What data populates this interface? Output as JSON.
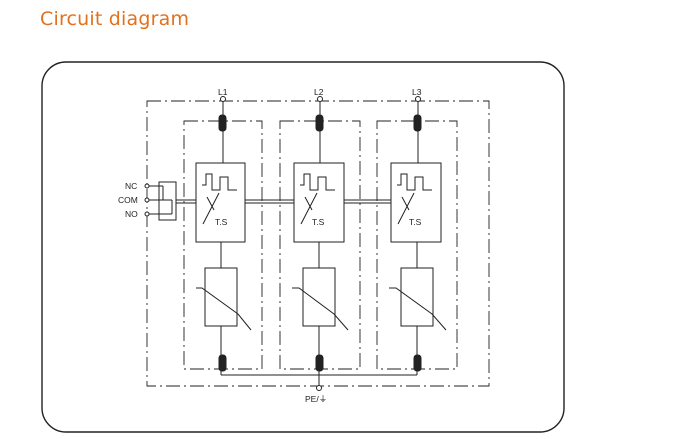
{
  "page": {
    "title": "Circuit diagram"
  },
  "diagram": {
    "phases": [
      {
        "label": "L1",
        "ts_label": "T.S"
      },
      {
        "label": "L2",
        "ts_label": "T.S"
      },
      {
        "label": "L3",
        "ts_label": "T.S"
      }
    ],
    "contacts": {
      "nc": "NC",
      "com": "COM",
      "no": "NO"
    },
    "ground_label": "PE/⏚"
  },
  "colors": {
    "title": "#e2711e",
    "line": "#222222"
  }
}
